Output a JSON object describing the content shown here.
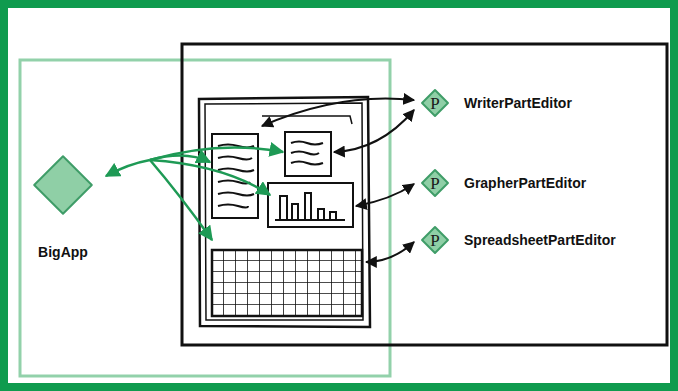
{
  "diagram": {
    "nodes": [
      {
        "text": [
          "BigApp"
        ]
      },
      {
        "text": [
          "P",
          "WriterPartEditor"
        ]
      },
      {
        "text": [
          "P",
          "GrapherPartEditor"
        ]
      },
      {
        "text": [
          "P",
          "SpreadsheetPartEditor"
        ]
      }
    ]
  }
}
